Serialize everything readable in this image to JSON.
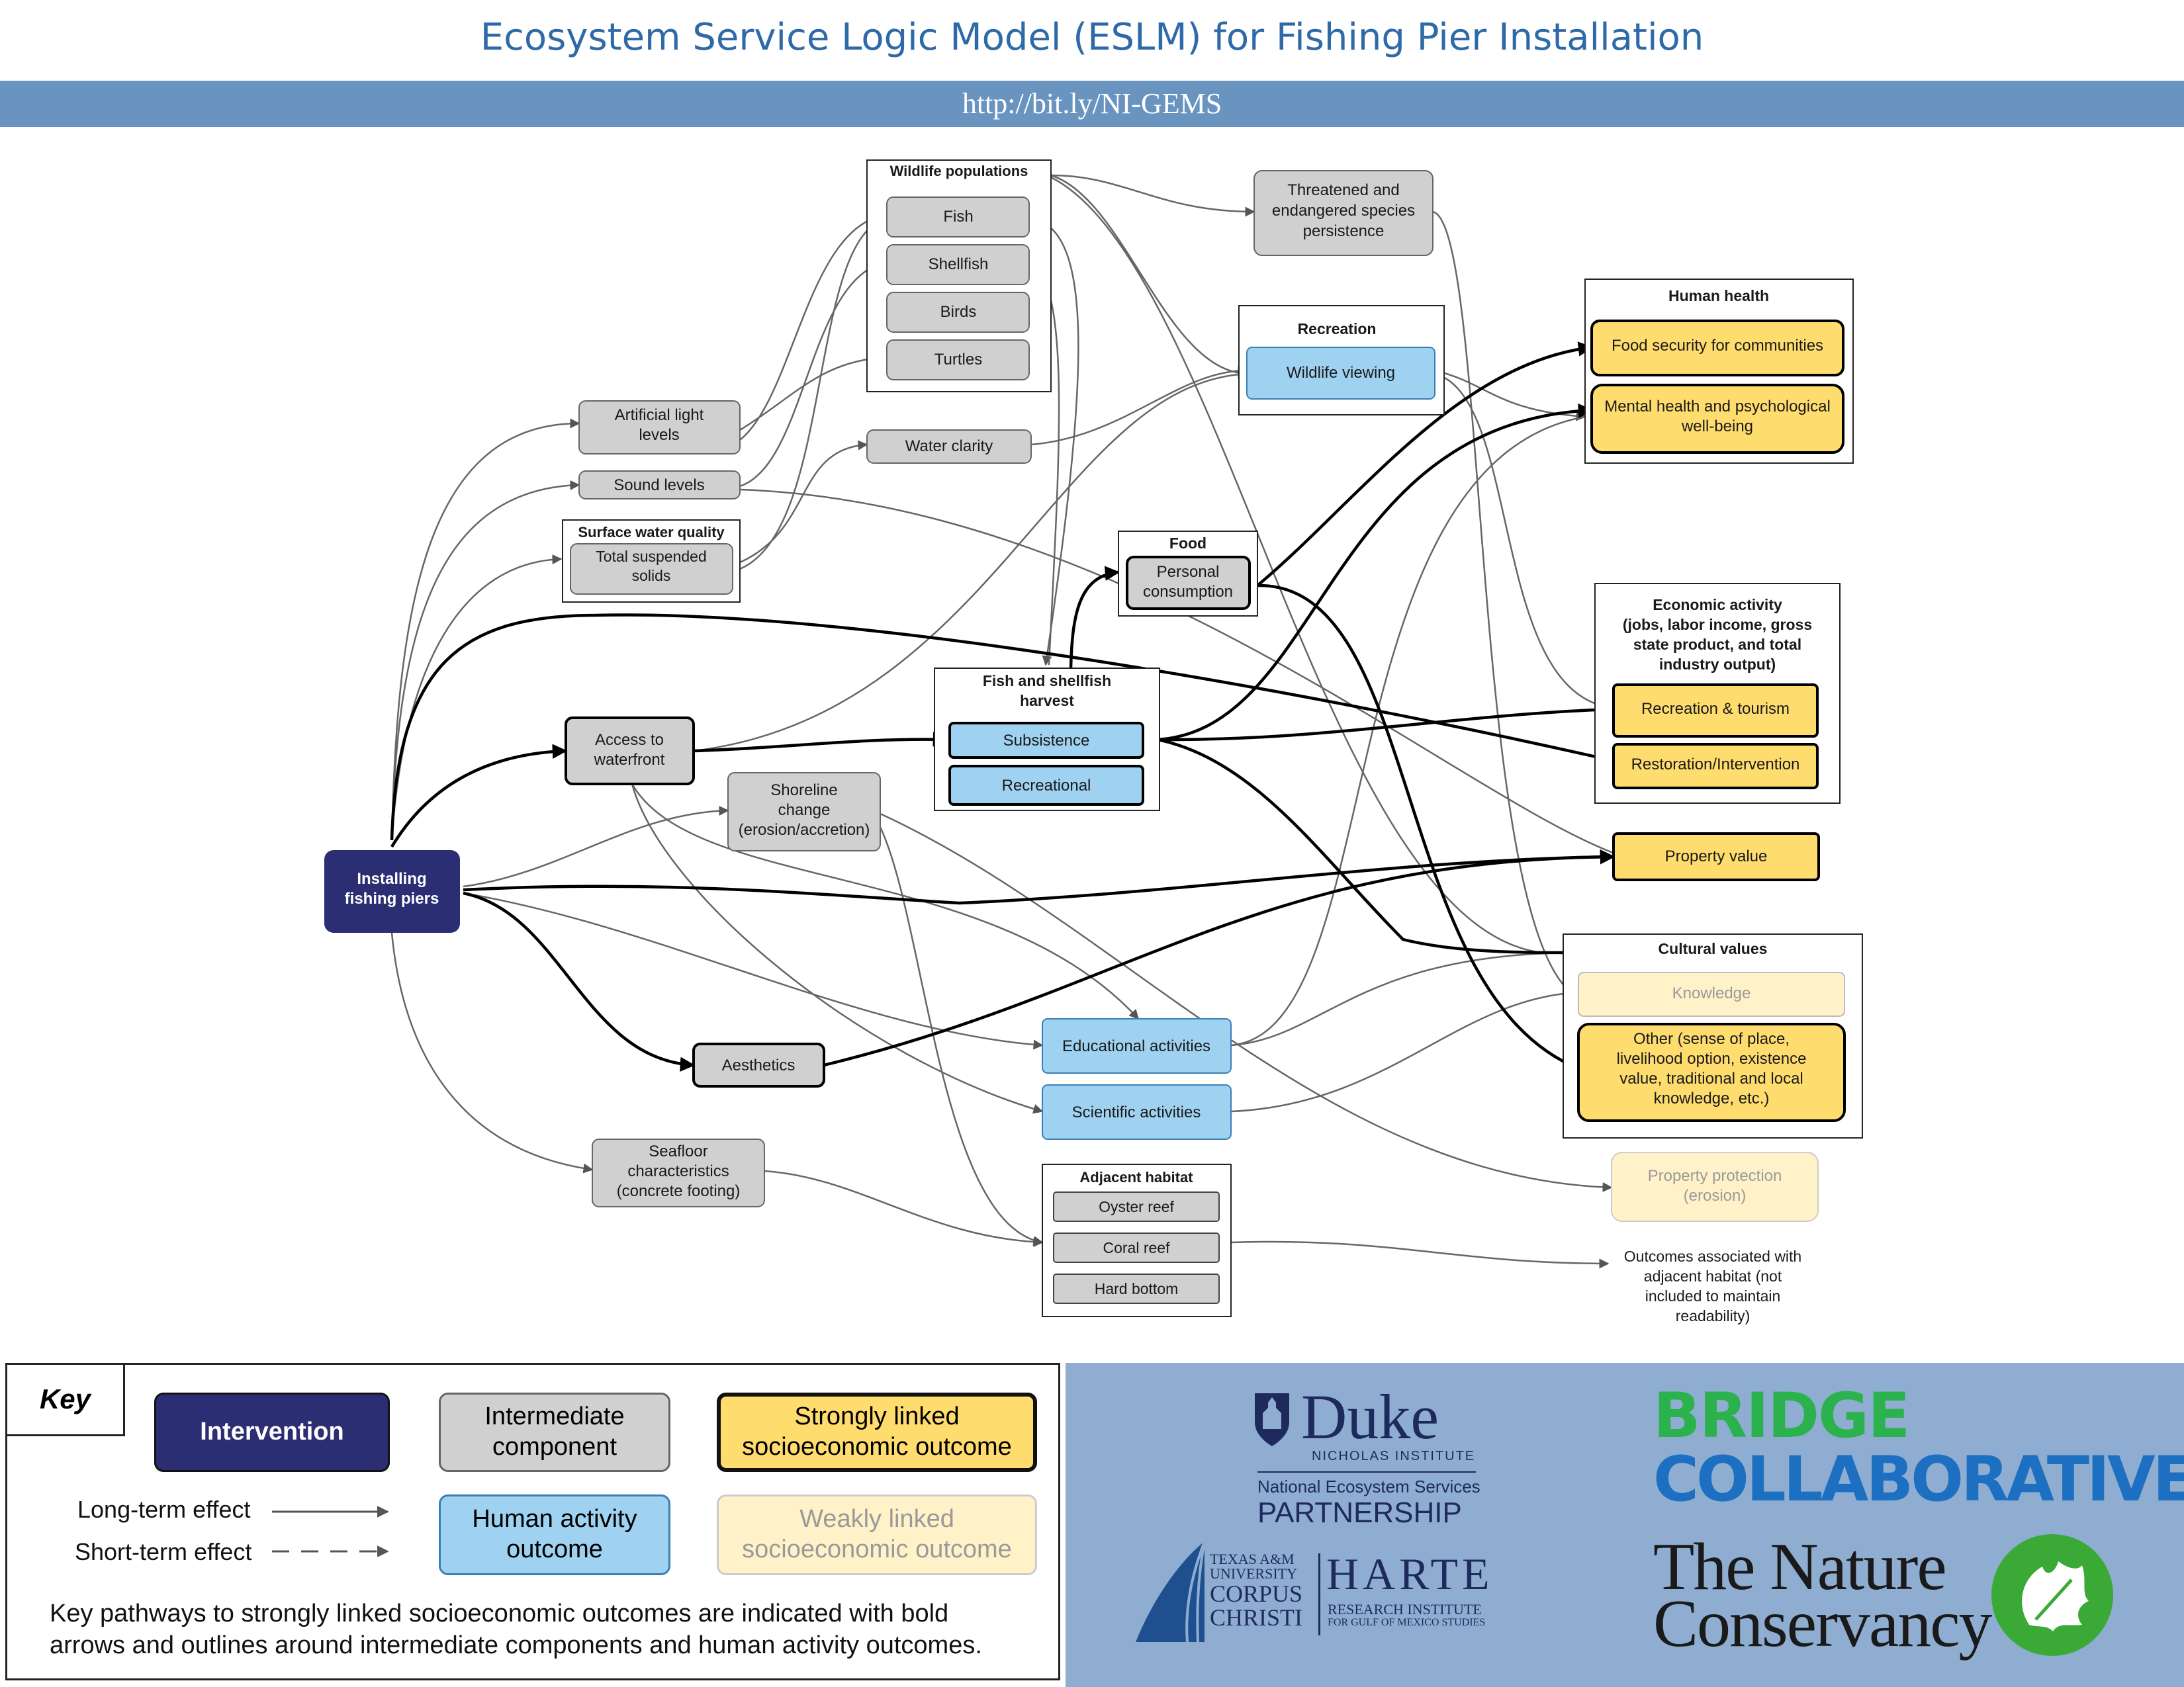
{
  "header": {
    "title": "Ecosystem Service Logic Model (ESLM) for Fishing Pier Installation",
    "url": "http://bit.ly/NI-GEMS"
  },
  "nodes": {
    "intervention": {
      "line1": "Installing",
      "line2": "fishing piers"
    },
    "artificial_light": {
      "line1": "Artificial light",
      "line2": "levels"
    },
    "sound_levels": "Sound levels",
    "surface_water_quality": "Surface water quality",
    "tss": {
      "line1": "Total suspended",
      "line2": "solids"
    },
    "wildlife_populations": "Wildlife populations",
    "fish": "Fish",
    "shellfish": "Shellfish",
    "birds": "Birds",
    "turtles": "Turtles",
    "water_clarity": "Water clarity",
    "threatened": {
      "line1": "Threatened and",
      "line2": "endangered species",
      "line3": "persistence"
    },
    "recreation": "Recreation",
    "wildlife_viewing": "Wildlife viewing",
    "food": "Food",
    "personal_consumption": {
      "line1": "Personal",
      "line2": "consumption"
    },
    "access_to_waterfront": {
      "line1": "Access to",
      "line2": "waterfront"
    },
    "fish_shellfish_harvest": {
      "line1": "Fish and shellfish",
      "line2": "harvest"
    },
    "subsistence": "Subsistence",
    "recreational": "Recreational",
    "shoreline_change": {
      "line1": "Shoreline",
      "line2": "change",
      "line3": "(erosion/accretion)"
    },
    "aesthetics": "Aesthetics",
    "educational_activities": "Educational activities",
    "scientific_activities": "Scientific activities",
    "seafloor": {
      "line1": "Seafloor",
      "line2": "characteristics",
      "line3": "(concrete footing)"
    },
    "adjacent_habitat": "Adjacent habitat",
    "oyster_reef": "Oyster reef",
    "coral_reef": "Coral reef",
    "hard_bottom": "Hard bottom",
    "human_health": "Human health",
    "food_security": "Food security for communities",
    "mental_health": {
      "line1": "Mental health and psychological",
      "line2": "well-being"
    },
    "economic_activity": {
      "line1": "Economic activity",
      "line2": "(jobs, labor income, gross",
      "line3": "state product, and total",
      "line4": "industry output)"
    },
    "recreation_tourism": "Recreation & tourism",
    "restoration": "Restoration/Intervention",
    "property_value": "Property value",
    "cultural_values": "Cultural values",
    "knowledge": "Knowledge",
    "other_cultural": {
      "line1": "Other (sense of place,",
      "line2": "livelihood option, existence",
      "line3": "value, traditional and local",
      "line4": "knowledge, etc.)"
    },
    "property_protection": {
      "line1": "Property protection",
      "line2": "(erosion)"
    },
    "adjacent_outcomes": {
      "line1": "Outcomes associated with",
      "line2": "adjacent habitat (not",
      "line3": "included to maintain",
      "line4": "readability)"
    }
  },
  "key": {
    "title": "Key",
    "intervention": "Intervention",
    "intermediate": {
      "line1": "Intermediate",
      "line2": "component"
    },
    "strong": {
      "line1": "Strongly linked",
      "line2": "socioeconomic outcome"
    },
    "human_activity": {
      "line1": "Human activity",
      "line2": "outcome"
    },
    "weak": {
      "line1": "Weakly linked",
      "line2": "socioeconomic outcome"
    },
    "long_term": "Long-term effect",
    "short_term": "Short-term effect",
    "footnote": {
      "line1": "Key pathways to strongly linked socioeconomic outcomes are indicated with bold",
      "line2": "arrows and outlines around intermediate components and human activity outcomes."
    }
  },
  "logos": {
    "duke": "Duke",
    "duke_sub": "NICHOLAS INSTITUTE",
    "nesp1": "National Ecosystem Services",
    "nesp2": "PARTNERSHIP",
    "bridge1": "BRIDGE",
    "bridge2": "COLLABORATIVE",
    "tamu1": "TEXAS A&M",
    "tamu2": "UNIVERSITY",
    "tamu3": "CORPUS",
    "tamu4": "CHRISTI",
    "harte1": "HARTE",
    "harte2": "RESEARCH INSTITUTE",
    "harte3": "FOR GULF OF MEXICO STUDIES",
    "tnc1": "The Nature",
    "tnc2": "Conservancy"
  },
  "colors": {
    "intervention": "#2b2e73",
    "intermediate": "#d0d0d0",
    "human_activity": "#9fd2f0",
    "strong": "#ffdc6e",
    "weak": "#fff2c8",
    "banner": "#6a94c0",
    "logo_panel": "#8eadd1"
  }
}
